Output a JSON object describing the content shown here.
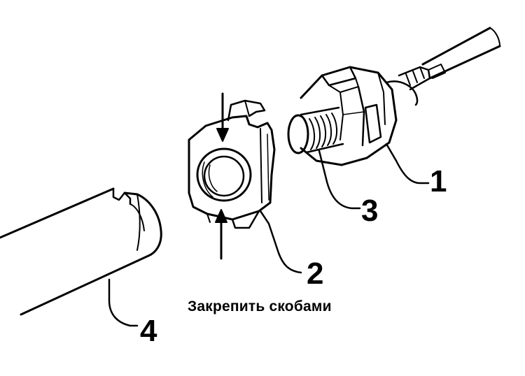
{
  "callouts": {
    "c1": "1",
    "c2": "2",
    "c3": "3",
    "c4": "4"
  },
  "caption": "Закрепить скобами",
  "parts": {
    "tie_rod_end": "tie-rod-end",
    "clip_ring": "clip-ring",
    "thread": "thread",
    "tube": "steering-rack-tube"
  },
  "colors": {
    "ink": "#000000",
    "paper": "#ffffff"
  }
}
